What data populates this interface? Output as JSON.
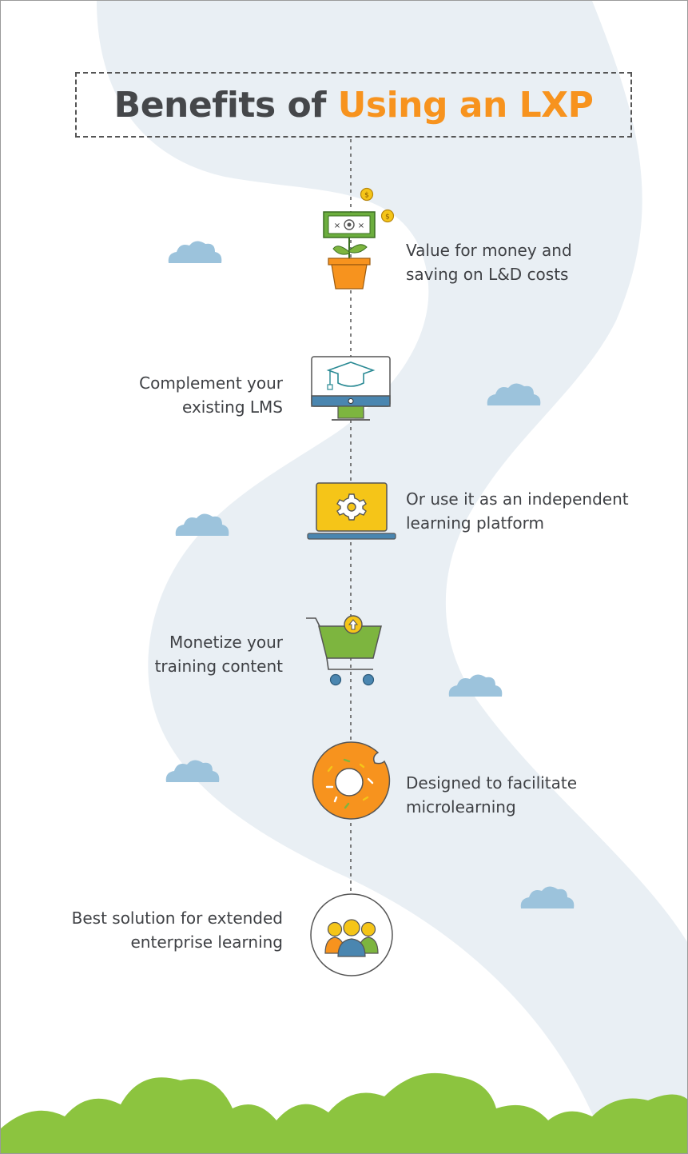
{
  "title": {
    "prefix": "Benefits of ",
    "accent": "Using an LXP"
  },
  "benefits": [
    {
      "line1": "Value for money and",
      "line2": "saving on L&D costs",
      "icon": "money-plant-icon"
    },
    {
      "line1": "Complement your",
      "line2": "existing LMS",
      "icon": "monitor-graduation-cap-icon"
    },
    {
      "line1": "Or use it as an independent",
      "line2": "learning platform",
      "icon": "laptop-gear-icon"
    },
    {
      "line1": "Monetize your",
      "line2": "training content",
      "icon": "shopping-cart-icon"
    },
    {
      "line1": "Designed to facilitate",
      "line2": "microlearning",
      "icon": "bitten-donut-icon"
    },
    {
      "line1": "Best solution for extended",
      "line2": "enterprise learning",
      "icon": "people-group-icon"
    }
  ],
  "colors": {
    "accent": "#f7931e",
    "heading": "#45474a",
    "path": "#e9eff4",
    "cloud": "#9cc3dc",
    "bush": "#8cc43f",
    "blue": "#4a86b0",
    "green": "#7db53f",
    "yellow": "#f5c518"
  }
}
